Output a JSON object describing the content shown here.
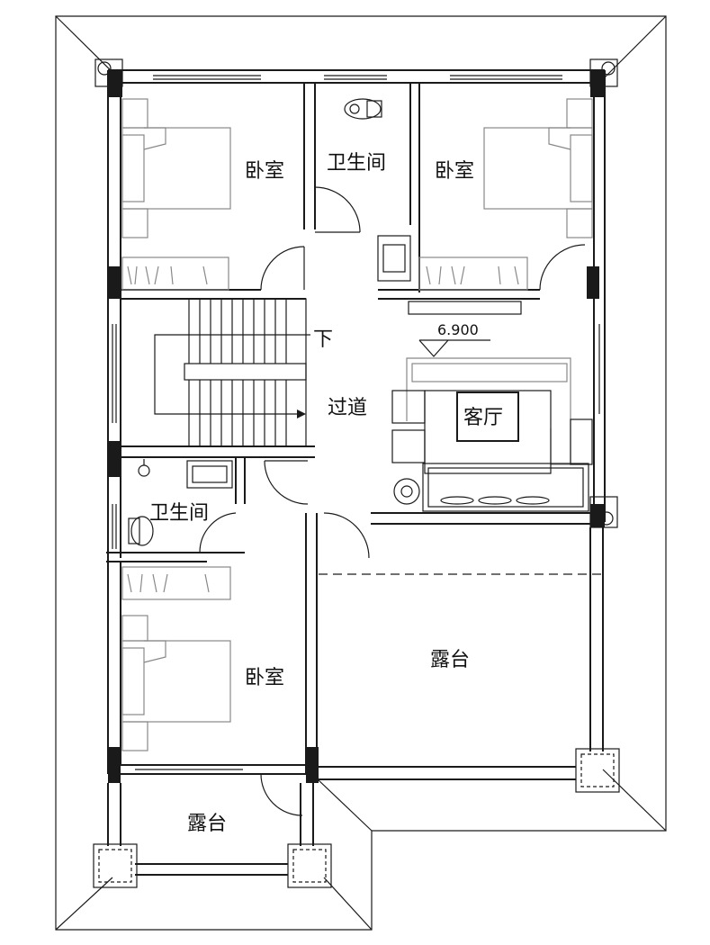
{
  "rooms": {
    "bedroom_nw": "卧室",
    "bathroom_n": "卫生间",
    "bedroom_ne": "卧室",
    "corridor": "过道",
    "stair_down": "下",
    "living_room": "客厅",
    "bathroom_w": "卫生间",
    "bedroom_sw": "卧室",
    "terrace_e": "露台",
    "terrace_s": "露台"
  },
  "elevation": "6.900"
}
